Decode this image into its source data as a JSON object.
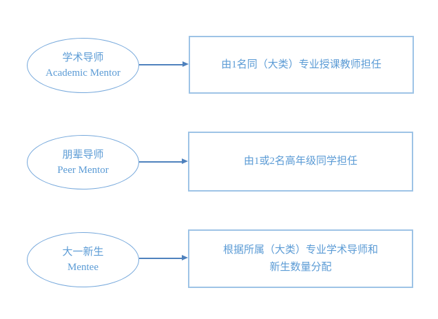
{
  "colors": {
    "ellipse_border": "#74A7DB",
    "box_border": "#9DC3E6",
    "arrow": "#4E81BD",
    "text": "#5B9BD5"
  },
  "rows": [
    {
      "ellipse_text": "学术导师\nAcademic Mentor",
      "box_text": "由1名同（大类）专业授课教师担任"
    },
    {
      "ellipse_text": "朋辈导师\nPeer Mentor",
      "box_text": "由1或2名高年级同学担任"
    },
    {
      "ellipse_text": "大一新生\nMentee",
      "box_text": "根据所属（大类）专业学术导师和\n新生数量分配"
    }
  ]
}
